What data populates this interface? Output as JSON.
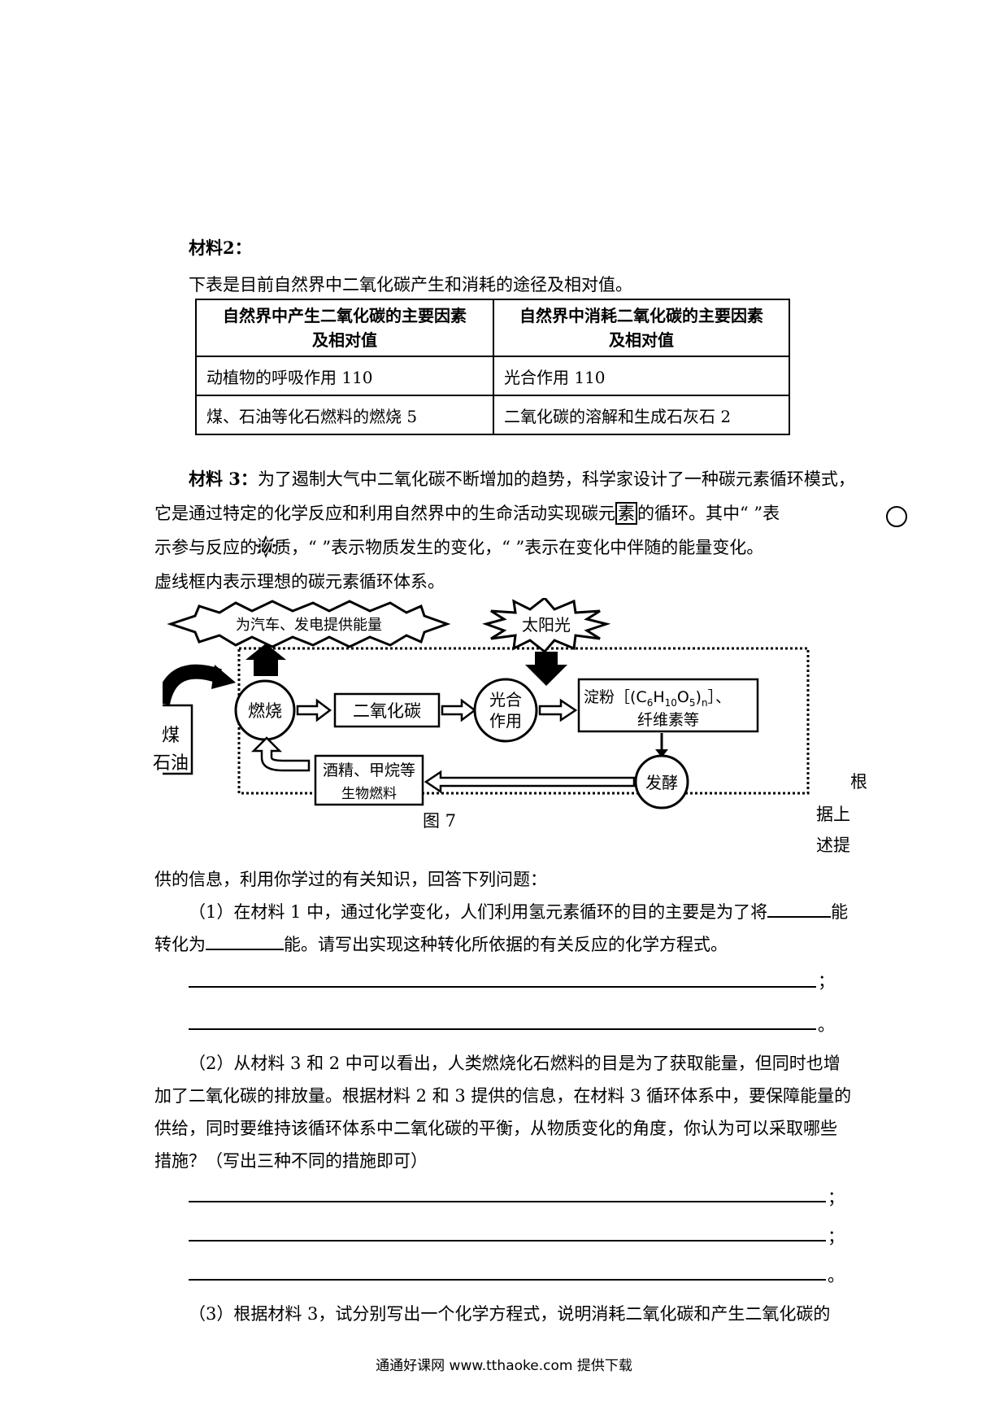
{
  "material2": {
    "heading": "材料2：",
    "intro": "下表是目前自然界中二氧化碳产生和消耗的途径及相对值。",
    "table": {
      "headers": [
        [
          "自然界中产生二氧化碳的主要因素",
          "及相对值"
        ],
        [
          "自然界中消耗二氧化碳的主要因素",
          "及相对值"
        ]
      ],
      "rows": [
        [
          "动植物的呼吸作用 110",
          "光合作用 110"
        ],
        [
          "煤、石油等化石燃料的燃烧 5",
          "二氧化碳的溶解和生成石灰石 2"
        ]
      ]
    }
  },
  "material3": {
    "label": "材料 3：",
    "line1": "为了遏制大气中二氧化碳不断增加的趋势，科学家设计了一种碳元素循环模式，",
    "line2a": "它是通过特定的化学反应和利用自然界中的生命活动实现碳元",
    "line2b": "素",
    "line2c": "的循环。其中“        ”表",
    "line3a": "示参与反应的",
    "line3b": "物",
    "line3c": "质，“        ”表示物质发生的变化，“        ”表示在变化中伴随的能量变化。",
    "line4": "虚线框内表示理想的碳元素循环体系。"
  },
  "diagram": {
    "energy_out": "为汽车、发电提供能量",
    "sunlight": "太阳光",
    "burn": "燃烧",
    "co2": "二氧化碳",
    "photo_1": "光合",
    "photo_2": "作用",
    "starch_1": "淀粉［(C",
    "starch_sub1": "6",
    "starch_2": "H",
    "starch_sub2": "10",
    "starch_3": "O",
    "starch_sub3": "5",
    "starch_4": ")",
    "starch_sub4": "n",
    "starch_5": "］、",
    "cellulose": "纤维素等",
    "coal": "煤",
    "oil": "石油",
    "biofuel_1": "酒精、甲烷等",
    "biofuel_2": "生物燃料",
    "ferment": "发酵",
    "caption": "图 7"
  },
  "side_text": [
    "根",
    "据上",
    "述提"
  ],
  "intro_q": "供的信息，利用你学过的有关知识，回答下列问题：",
  "q1": {
    "a": "（1）在材料 1 中，通过化学变化，人们利用氢元素循环的目的主要是为了将",
    "b": "能",
    "c": "转化为",
    "d": "能。请写出实现这种转化所依据的有关反应的化学方程式。",
    "ends": [
      "；",
      "。"
    ]
  },
  "q2": {
    "lines": [
      "（2）从材料 3 和 2 中可以看出，人类燃烧化石燃料的目是为了获取能量，但同时也增",
      "加了二氧化碳的排放量。根据材料 2 和 3 提供的信息，在材料 3 循环体系中，要保障能量的",
      "供给，同时要维持该循环体系中二氧化碳的平衡，从物质变化的角度，你认为可以采取哪些",
      "措施？（写出三种不同的措施即可）"
    ],
    "ends": [
      "；",
      "；",
      "。"
    ]
  },
  "q3": "（3）根据材料 3，试分别写出一个化学方程式，说明消耗二氧化碳和产生二氧化碳的",
  "footer": "通通好课网  www.tthaoke.com  提供下载"
}
